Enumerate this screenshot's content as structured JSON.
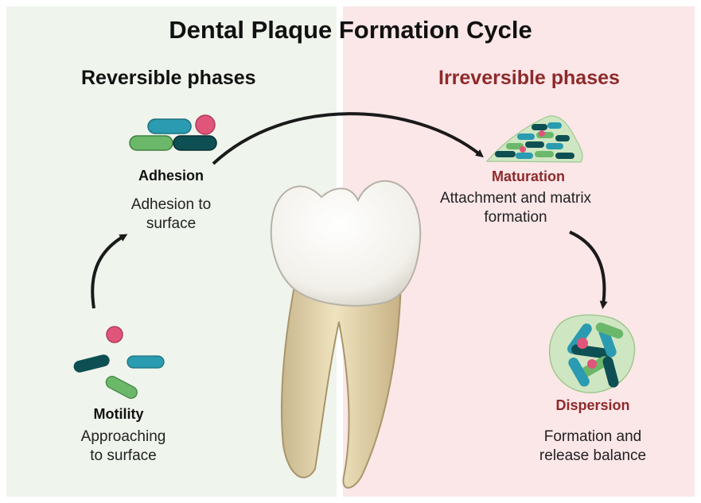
{
  "title": "Dental Plaque Formation Cycle",
  "phases": {
    "reversible": "Reversible phases",
    "irreversible": "Irreversible phases"
  },
  "stages": {
    "adhesion": {
      "name": "Adhesion",
      "desc_line1": "Adhesion to",
      "desc_line2": "surface"
    },
    "motility": {
      "name": "Motility",
      "desc_line1": "Approaching",
      "desc_line2": "to surface"
    },
    "maturation": {
      "name": "Maturation",
      "desc_line1": "Attachment and matrix",
      "desc_line2": "formation"
    },
    "dispersion": {
      "name": "Dispersion",
      "desc_line1": "Formation and",
      "desc_line2": "release balance"
    }
  },
  "colors": {
    "reversible_bg": "#eff4ec",
    "irreversible_bg": "#fbe6e8",
    "irreversible_text": "#8e2a2a",
    "teal": "#2a9bb0",
    "dark_teal": "#0e4f53",
    "green": "#6bb86a",
    "pink": "#e0557a"
  },
  "icons": [
    "curved-arrow-icon",
    "bacteria-cluster-icon",
    "tooth-icon",
    "biofilm-icon",
    "floc-icon"
  ]
}
